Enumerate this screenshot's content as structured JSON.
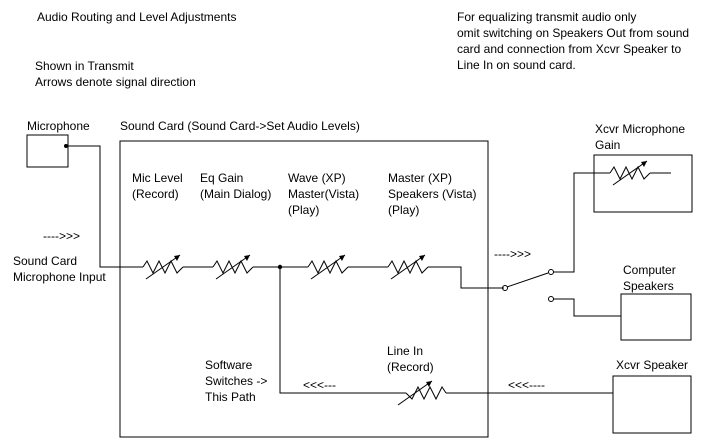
{
  "title": "Audio Routing and Level Adjustments",
  "subtitle_lines": [
    "Shown in Transmit",
    "Arrows denote signal direction"
  ],
  "note_lines": [
    "For equalizing transmit audio only",
    "omit switching on Speakers Out from sound",
    "card and connection from Xcvr Speaker to",
    "Line In on sound card."
  ],
  "microphone": "Microphone",
  "sound_card": "Sound Card (Sound Card->Set Audio Levels)",
  "input_label_lines": [
    "Sound Card",
    "Microphone Input"
  ],
  "arrows": {
    "in": "---->>>",
    "out": "---->>>",
    "return_outer": "<<<----",
    "return_inner": "<<<---"
  },
  "controls": [
    {
      "lines": [
        "Mic Level",
        "(Record)"
      ]
    },
    {
      "lines": [
        "Eq Gain",
        "(Main Dialog)"
      ]
    },
    {
      "lines": [
        "Wave (XP)",
        "Master(Vista)",
        "(Play)"
      ]
    },
    {
      "lines": [
        "Master (XP)",
        "Speakers (Vista)",
        "(Play)"
      ]
    }
  ],
  "software_switches_lines": [
    "Software",
    "Switches ->",
    "This Path"
  ],
  "line_in_lines": [
    "Line In",
    "(Record)"
  ],
  "xcvr_mic_gain_lines": [
    "Xcvr Microphone",
    "Gain"
  ],
  "computer_speakers_lines": [
    "Computer",
    "Speakers"
  ],
  "xcvr_speaker": "Xcvr Speaker"
}
